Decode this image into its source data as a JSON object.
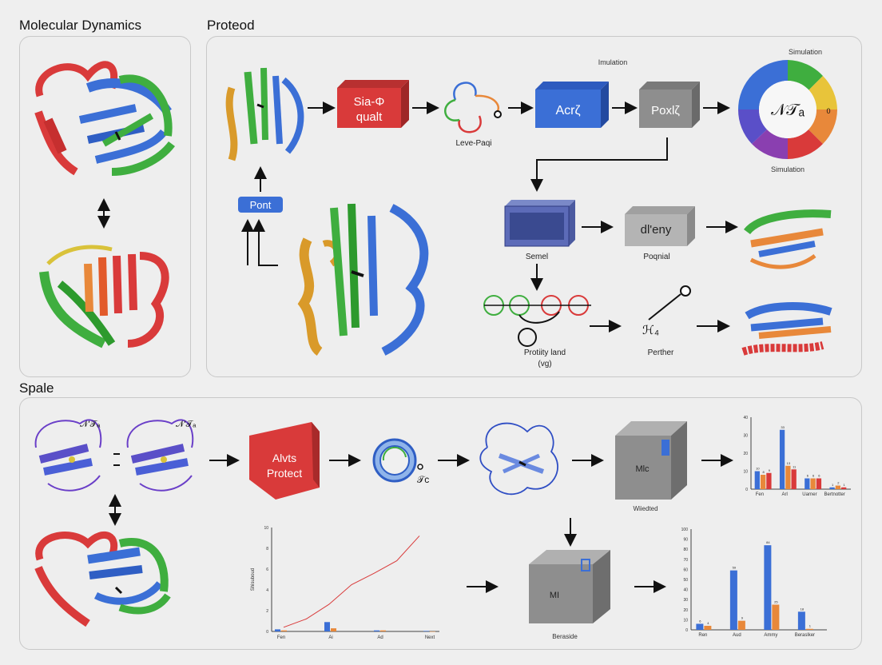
{
  "sections": {
    "molecular_dynamics": "Molecular Dynamics",
    "proteod": "Proteod",
    "spale": "Spale"
  },
  "top_flow": {
    "box_red": [
      "Sia-Φ",
      "qualt"
    ],
    "loop_label": "Leve-Paqi",
    "box_blue": "Acrζ",
    "box_gray": "Poxlζ",
    "ring_top_label": "Imulation",
    "ring_right_label": "Simulation",
    "ring_bottom_label": "Simulation",
    "ring_center": "𝒩𝒯ₐ",
    "ring_value": "0",
    "port_button": "Pont",
    "screen_label": "Semel",
    "gray_box2": "dl'eny",
    "gray_box2_label": "Poqnial",
    "network_label": [
      "Protiity land",
      "(vg)"
    ],
    "perther_label": "Perther",
    "perther_glyph": "ℋ₄"
  },
  "bottom_flow": {
    "protein_tags": [
      "𝒩'𝒯ₐ",
      "𝒩'𝒯ₐ"
    ],
    "prism_text": [
      "Alvts",
      "Protect"
    ],
    "ring_sub": "𝒯c",
    "cube_top_text": "Mlc",
    "cube_top_label": "Wiiedted",
    "cube_bottom_text": "MI",
    "cube_bottom_label": "Beraside"
  },
  "colors": {
    "red": "#d93a3a",
    "blue": "#3b6fd6",
    "green": "#3fae3f",
    "orange": "#e8883a",
    "gray": "#8e8e8e",
    "panel_border": "#c8c8c8"
  },
  "chart_data": [
    {
      "type": "bar",
      "categories": [
        "Fen",
        "Arl",
        "Uarner",
        "Bertnotter"
      ],
      "series": [
        {
          "values": [
            10,
            33,
            6,
            1
          ]
        },
        {
          "values": [
            8,
            13,
            6,
            2
          ]
        },
        {
          "values": [
            9,
            11,
            6,
            1
          ]
        }
      ],
      "ylim": [
        0,
        40
      ],
      "yticks": [
        "0",
        "10",
        "20",
        "30",
        "40"
      ]
    },
    {
      "type": "line",
      "x_labels": [
        "Fen",
        "Ai",
        "Ad",
        "Next"
      ],
      "series": [
        {
          "values": [
            0.4,
            1.2,
            2.6,
            4.5,
            5.6,
            6.8,
            9.2
          ]
        },
        {
          "values": [
            0.2,
            0.9,
            0.1,
            0.05
          ]
        },
        {
          "values": [
            0.1,
            0.3,
            0.1,
            0.0
          ]
        }
      ],
      "ylim": [
        0,
        10
      ],
      "yticks": [
        "0",
        "2",
        "4",
        "6",
        "8",
        "10"
      ],
      "ylabel": "Shisuboud"
    },
    {
      "type": "bar",
      "categories": [
        "Ren",
        "Aud",
        "Ammy",
        "Beraslker"
      ],
      "series": [
        {
          "values": [
            6,
            59,
            84,
            18
          ]
        },
        {
          "values": [
            4,
            9,
            25,
            1
          ]
        }
      ],
      "ylim": [
        0,
        100
      ],
      "yticks": [
        "0",
        "10",
        "20",
        "30",
        "40",
        "50",
        "60",
        "70",
        "80",
        "90",
        "100"
      ]
    }
  ]
}
